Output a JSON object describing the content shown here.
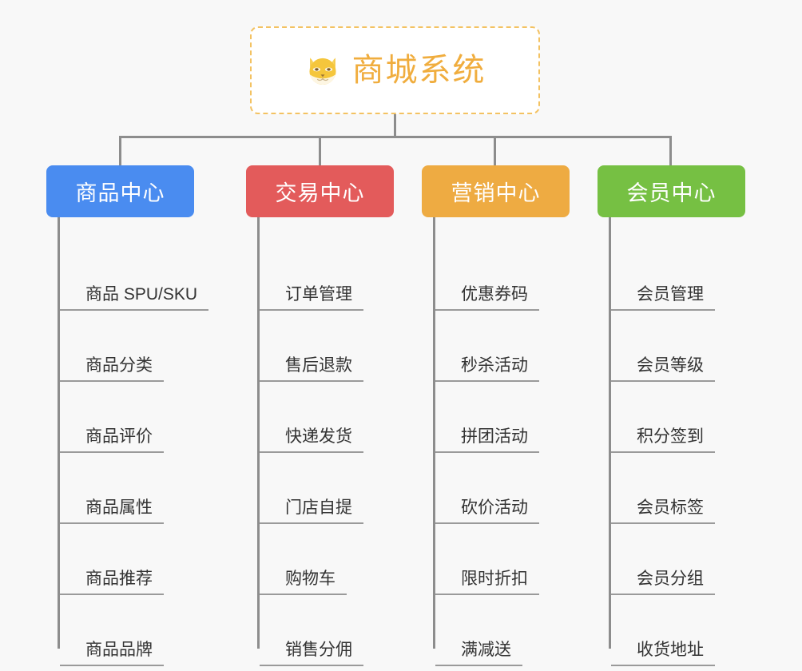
{
  "page": {
    "background_color": "#f8f8f8",
    "type": "org-chart"
  },
  "root": {
    "title": "商城系统",
    "icon": "shiba-dog-face-icon",
    "border_color": "#f3c262",
    "text_color": "#f0ad3e",
    "background_color": "#ffffff"
  },
  "connector": {
    "color": "#8d8d8d"
  },
  "columns": [
    {
      "header": "商品中心",
      "color": "#4a8cf0",
      "items": [
        "商品 SPU/SKU",
        "商品分类",
        "商品评价",
        "商品属性",
        "商品推荐",
        "商品品牌"
      ]
    },
    {
      "header": "交易中心",
      "color": "#e35b5b",
      "items": [
        "订单管理",
        "售后退款",
        "快递发货",
        "门店自提",
        "购物车",
        "销售分佣"
      ]
    },
    {
      "header": "营销中心",
      "color": "#eeab42",
      "items": [
        "优惠券码",
        "秒杀活动",
        "拼团活动",
        "砍价活动",
        "限时折扣",
        "满减送"
      ]
    },
    {
      "header": "会员中心",
      "color": "#76c043",
      "items": [
        "会员管理",
        "会员等级",
        "积分签到",
        "会员标签",
        "会员分组",
        "收货地址"
      ]
    }
  ]
}
